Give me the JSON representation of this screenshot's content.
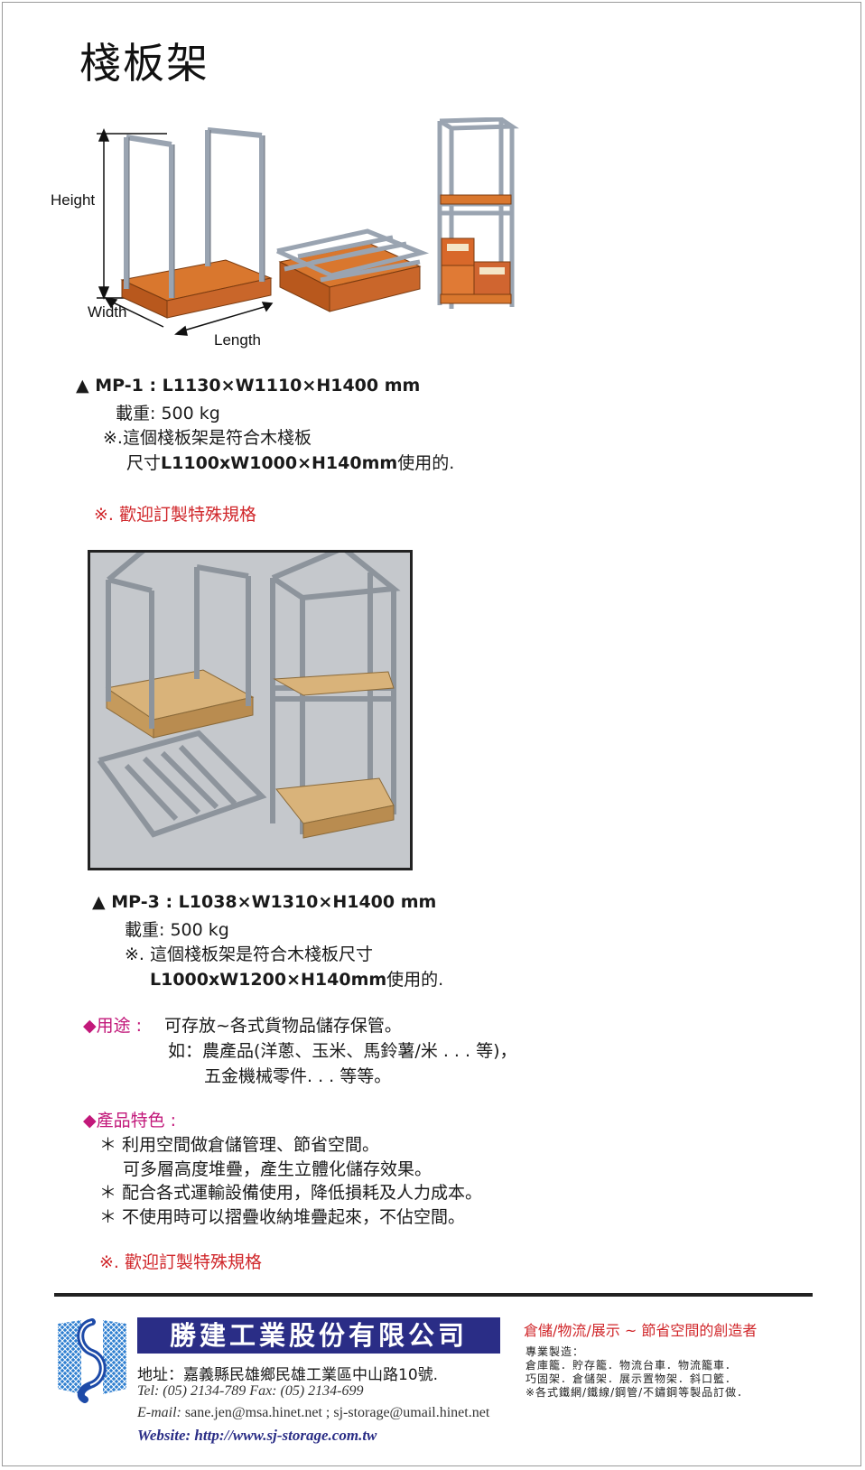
{
  "page": {
    "title": "棧板架"
  },
  "diagram": {
    "height_label": "Height",
    "width_label": "Width",
    "length_label": "Length"
  },
  "mp1": {
    "spec": "▲ MP-1 : L1130×W1110×H1400 mm",
    "load": "載重: 500 kg",
    "note1": "※.這個棧板架是符合木棧板",
    "note2_prefix": "尺寸",
    "note2_bold": "L1100xW1000×H140mm",
    "note2_suffix": "使用的."
  },
  "custom_note_1": "※. 歡迎訂製特殊規格",
  "mp3": {
    "spec": "▲ MP-3 : L1038×W1310×H1400 mm",
    "load": "載重: 500 kg",
    "note1": "※. 這個棧板架是符合木棧板尺寸",
    "note2_bold": "L1000xW1200×H140mm",
    "note2_suffix": "使用的."
  },
  "usage": {
    "label": "◆用途 :",
    "line1": "可存放~各式貨物品儲存保管。",
    "line2": "如：農產品(洋蔥、玉米、馬鈴薯/米 . . . 等)，",
    "line3": "五金機械零件. . . 等等。"
  },
  "features": {
    "label": "◆產品特色 :",
    "items": [
      "＊ 利用空間做倉儲管理、節省空間。",
      "可多層高度堆疊，產生立體化儲存效果。",
      "＊ 配合各式運輸設備使用，降低損耗及人力成本。",
      "＊ 不使用時可以摺疊收納堆疊起來，不佔空間。"
    ]
  },
  "custom_note_2": "※. 歡迎訂製特殊規格",
  "footer": {
    "company": "勝建工業股份有限公司",
    "address": "地址：嘉義縣民雄鄉民雄工業區中山路10號.",
    "tel": "Tel: (05) 2134-789   Fax: (05) 2134-699",
    "email_label": "E-mail:",
    "email": "sane.jen@msa.hinet.net ; sj-storage@umail.hinet.net",
    "website": "Website: http://www.sj-storage.com.tw",
    "slogan": "倉儲/物流/展示 ~ 節省空間的創造者",
    "products_title": "專業製造：",
    "products_line1": "倉庫籠．貯存籠．物流台車．物流籠車．",
    "products_line2": "巧固架．倉儲架．展示置物架．斜口籃．",
    "products_line3": "※各式鐵網/鐵線/鋼管/不鏽鋼等製品訂做．"
  },
  "colors": {
    "accent_red": "#d0262a",
    "accent_magenta": "#c2187a",
    "brand_navy": "#2a2d86",
    "wood": "#d9772e",
    "steel": "#9aa4b1"
  }
}
